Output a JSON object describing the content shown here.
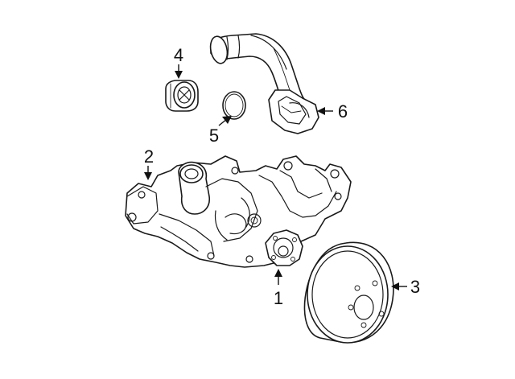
{
  "diagram": {
    "colors": {
      "line": "#1a1a1a",
      "background": "#ffffff"
    },
    "callouts": [
      {
        "id": "1",
        "label": "1"
      },
      {
        "id": "2",
        "label": "2"
      },
      {
        "id": "3",
        "label": "3"
      },
      {
        "id": "4",
        "label": "4"
      },
      {
        "id": "5",
        "label": "5"
      },
      {
        "id": "6",
        "label": "6"
      }
    ]
  }
}
